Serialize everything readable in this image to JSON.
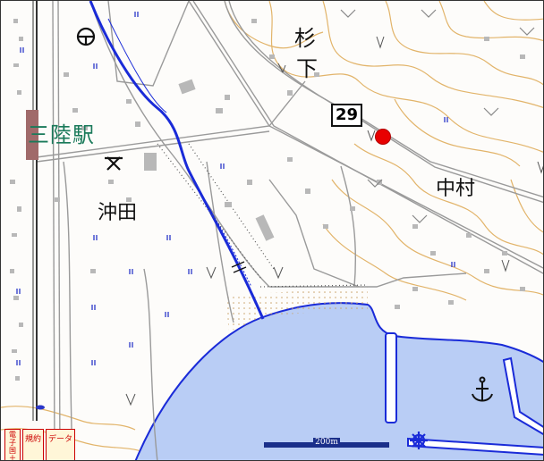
{
  "labels": {
    "station": "三陸駅",
    "okita": "沖田",
    "sugi_1": "杉",
    "sugi_2": "下",
    "nakamura": "中村"
  },
  "route": {
    "number": "29"
  },
  "scale": {
    "text": "200m"
  },
  "buttons": {
    "electronic_national_land": "電子国土",
    "terms": "規約",
    "data": "データ"
  },
  "icons": {
    "tunnel_symbol": "tunnel-icon",
    "police_box": "police-box-icon",
    "anchor": "anchor-icon",
    "lighthouse": "lighthouse-icon",
    "current_position": "current-location-marker"
  },
  "colors": {
    "sea": "#b9cdf5",
    "river": "#1a2bd8",
    "contour": "#e2b46a",
    "road": "#9a9a9a",
    "station_text": "#1a7a5a",
    "marker": "#e80000",
    "rail_platform": "#a06a6a"
  }
}
